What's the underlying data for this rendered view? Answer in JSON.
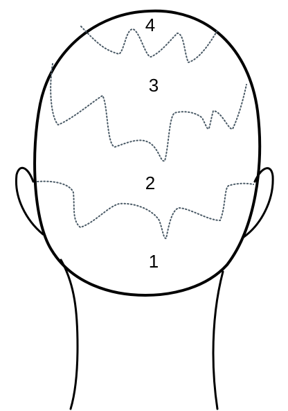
{
  "diagram": {
    "zones": [
      {
        "id": "zone-1",
        "label": "1"
      },
      {
        "id": "zone-2",
        "label": "2"
      },
      {
        "id": "zone-3",
        "label": "3"
      },
      {
        "id": "zone-4",
        "label": "4"
      }
    ]
  }
}
